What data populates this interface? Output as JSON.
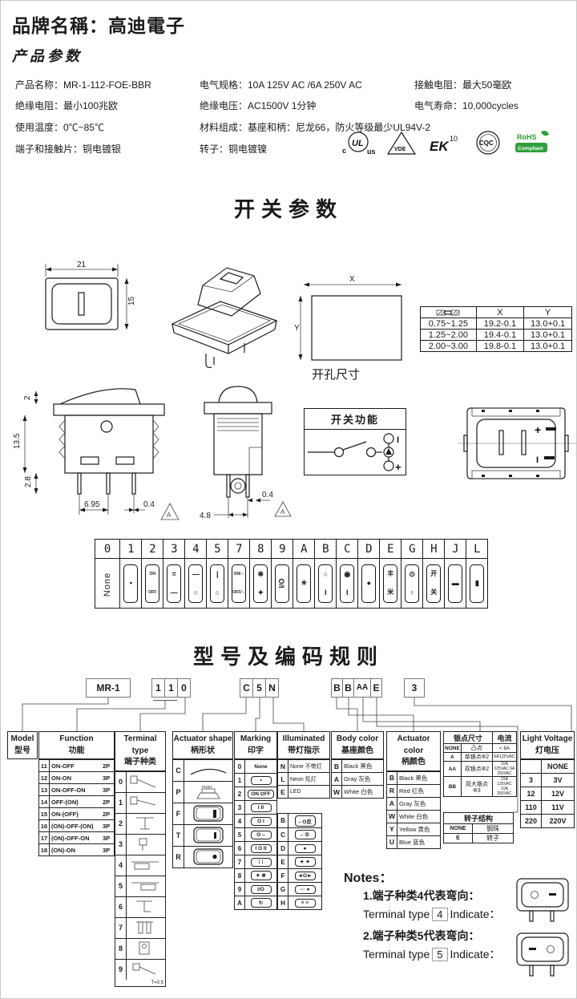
{
  "header": {
    "brand": "品牌名稱：高迪電子",
    "product_section": "产品参数"
  },
  "params": {
    "name": "产品名称：MR-1-112-FOE-BBR",
    "elec": "电气规格：10A 125V AC /6A 250V AC",
    "contact_res": "接触电阻：最大50毫欧",
    "ins_res": "绝缘电阻：最小100兆欧",
    "ins_volt": "绝缘电压：AC1500V 1分钟",
    "life": "电气寿命：10,000cycles",
    "temp": "使用温度：0℃~85℃",
    "material": "材料组成：基座和柄：尼龙66，防火等级最少UL94V-2",
    "terminal": "端子和接触片：铜电镀银",
    "rotor": "转子：铜电镀镍",
    "certs": {
      "ul_c": "c",
      "ul": "UL",
      "ul_us": "us",
      "vde": "VDE",
      "ek": "EK",
      "ek10": "10",
      "cqc": "CQC",
      "rohs": "RoHS",
      "compliant": "Compliant"
    }
  },
  "sw": {
    "title": "开关参数",
    "front": {
      "w": "21",
      "h": "15"
    },
    "hole": {
      "label": "开孔尺寸",
      "x": "X",
      "y": "Y",
      "table": {
        "hx": "X",
        "hy": "Y",
        "rows": [
          [
            "0.75~1.25",
            "19.2-0.1",
            "13.0+0.1"
          ],
          [
            "1.25~2.00",
            "19.4-0.1",
            "13.0+0.1"
          ],
          [
            "2.00~3.00",
            "19.8-0.1",
            "13.0+0.1"
          ]
        ]
      }
    },
    "side": {
      "d2": "2",
      "d135": "13.5",
      "d28": "2.8",
      "d695": "6.95",
      "d04": "0.4",
      "warn": "A"
    },
    "end": {
      "d48": "4.8",
      "d04": "0.4",
      "warn": "A"
    },
    "func": {
      "title": "开关功能",
      "sym_on": "I",
      "sym_plus": "+"
    },
    "top": {
      "sym_plus": "+",
      "sym_on": "I"
    },
    "marks": {
      "codes": [
        "0",
        "1",
        "2",
        "3",
        "4",
        "5",
        "7",
        "8",
        "9",
        "A",
        "B",
        "C",
        "D",
        "E",
        "G",
        "H",
        "J",
        "L"
      ],
      "icons": [
        {
          "top": "None"
        },
        {
          "top": "•"
        },
        {
          "top": "ON",
          "bot": "OFF"
        },
        {
          "top": "=",
          "bot": "—"
        },
        {
          "top": "—",
          "bot": "○"
        },
        {
          "top": "|",
          "bot": "○"
        },
        {
          "top": "ON/☼",
          "bot": "OFF/☼"
        },
        {
          "top": "❄",
          "bot": "✦"
        },
        {
          "top": "I/O"
        },
        {
          "top": "☀"
        },
        {
          "top": "○",
          "bot": "I"
        },
        {
          "top": "◉",
          "bot": "I"
        },
        {
          "top": "●"
        },
        {
          "top": "丰",
          "bot": "米"
        },
        {
          "top": "⊙",
          "bot": "♀"
        },
        {
          "top": "开",
          "bot": "关"
        },
        {
          "top": "▬"
        },
        {
          "top": "▮"
        }
      ]
    }
  },
  "code": {
    "title": "型号及编码规则",
    "boxes": {
      "model": "MR-1",
      "f1": "1",
      "f2": "1",
      "f3": "0",
      "a1": "C",
      "a2": "5",
      "a3": "N",
      "c1": "B",
      "c2": "B",
      "c3": "AA",
      "c4": "E",
      "v": "3"
    },
    "model_panel": {
      "en": "Model",
      "zh": "型号"
    },
    "function": {
      "en": "Function",
      "zh": "功能",
      "rows": [
        {
          "code": "11",
          "label": "ON-OFF",
          "p": "2P"
        },
        {
          "code": "12",
          "label": "ON-ON",
          "p": "3P"
        },
        {
          "code": "13",
          "label": "ON-OFF-ON",
          "p": "3P"
        },
        {
          "code": "14",
          "label": "OFF-(ON)",
          "p": "2P"
        },
        {
          "code": "15",
          "label": "ON-(OFF)",
          "p": "2P"
        },
        {
          "code": "16",
          "label": "(ON)-OFF-(ON)",
          "p": "3P"
        },
        {
          "code": "17",
          "label": "(ON)-OFF-ON",
          "p": "3P"
        },
        {
          "code": "18",
          "label": "(ON)-ON",
          "p": "3P"
        }
      ]
    },
    "terminal": {
      "en": "Terminal type",
      "zh": "端子种类",
      "codes": [
        "0",
        "1",
        "2",
        "3",
        "4",
        "5",
        "6",
        "7",
        "8",
        "9"
      ],
      "note": "T=0.5"
    },
    "actuator_shape": {
      "en": "Actuator shape",
      "zh": "柄形状",
      "codes": [
        "C",
        "P",
        "F",
        "T",
        "R"
      ],
      "push": "PUSH"
    },
    "marking": {
      "en": "Marking",
      "zh": "印字",
      "left": [
        {
          "code": "0",
          "icon": "None"
        },
        {
          "code": "1",
          "icon": "•"
        },
        {
          "code": "2",
          "icon": "ON OFF"
        },
        {
          "code": "3",
          "icon": "I II"
        },
        {
          "code": "4",
          "icon": "O I"
        },
        {
          "code": "5",
          "icon": "O –"
        },
        {
          "code": "6",
          "icon": "I O II"
        },
        {
          "code": "7",
          "icon": "⁞ ⁞"
        },
        {
          "code": "8",
          "icon": "✦ ❄"
        },
        {
          "code": "9",
          "icon": "I/O"
        },
        {
          "code": "A",
          "icon": "↻"
        }
      ],
      "right": [
        {
          "code": "B",
          "icon": "– O反"
        },
        {
          "code": "C",
          "icon": "– ①"
        },
        {
          "code": "D",
          "icon": "●"
        },
        {
          "code": "E",
          "icon": "✦ ✦"
        },
        {
          "code": "F",
          "icon": "◄O►"
        },
        {
          "code": "G",
          "icon": "-○ ●"
        },
        {
          "code": "H",
          "icon": "≡ ≡"
        }
      ]
    },
    "illuminated": {
      "en": "Illuminated",
      "zh": "带灯指示",
      "rows": [
        {
          "code": "N",
          "label": "None 不带灯"
        },
        {
          "code": "L",
          "label": "Neon 氖灯"
        },
        {
          "code": "E",
          "label": "LED"
        }
      ]
    },
    "body_color": {
      "en": "Body color",
      "zh": "基座颜色",
      "rows": [
        {
          "code": "B",
          "label": "Black 黑色"
        },
        {
          "code": "A",
          "label": "Gray 灰色"
        },
        {
          "code": "W",
          "label": "White 白色"
        }
      ]
    },
    "actuator_color": {
      "en": "Actuator color",
      "zh": "柄颜色",
      "rows": [
        {
          "code": "B",
          "label": "Black 黑色"
        },
        {
          "code": "R",
          "label": "Red 红色"
        },
        {
          "code": "A",
          "label": "Gray 灰色"
        },
        {
          "code": "W",
          "label": "White 白色"
        },
        {
          "code": "Y",
          "label": "Yellow 黄色"
        },
        {
          "code": "U",
          "label": "Blue 蓝色"
        }
      ]
    },
    "silver": {
      "h1": "银点尺寸",
      "h2": "电流",
      "rows": [
        {
          "code": "NONE",
          "size": "凸点",
          "cur": "< 6A"
        },
        {
          "code": "A",
          "size": "单银点Φ2",
          "cur": "6A125VAC"
        },
        {
          "code": "AA",
          "size": "双银点Φ2",
          "cur": "10A 125VAC 6A 250VAC"
        },
        {
          "code": "BB",
          "size": "双大银点Φ3",
          "cur": "15A 125VAC 10A 250VAC"
        }
      ]
    },
    "rotor": {
      "title": "转子结构",
      "rows": [
        {
          "code": "NONE",
          "label": "钢珠"
        },
        {
          "code": "E",
          "label": "转子"
        }
      ]
    },
    "voltage": {
      "en": "Light Voltage",
      "zh": "灯电压",
      "rows": [
        {
          "code": "",
          "label": "NONE"
        },
        {
          "code": "3",
          "label": "3V"
        },
        {
          "code": "12",
          "label": "12V"
        },
        {
          "code": "110",
          "label": "11V"
        },
        {
          "code": "220",
          "label": "220V"
        }
      ]
    },
    "notes": {
      "title": "Notes：",
      "n1_zh": "1.端子种类4代表弯向：",
      "n1_en": "Terminal type",
      "n1_code": "4",
      "n1_tail": "Indicate：",
      "n2_zh": "2.端子种类5代表弯向：",
      "n2_en": "Terminal type",
      "n2_code": "5",
      "n2_tail": "Indicate："
    },
    "colors": {
      "rohs_green": "#2e9e3a",
      "line": "#1a1a1a"
    }
  }
}
